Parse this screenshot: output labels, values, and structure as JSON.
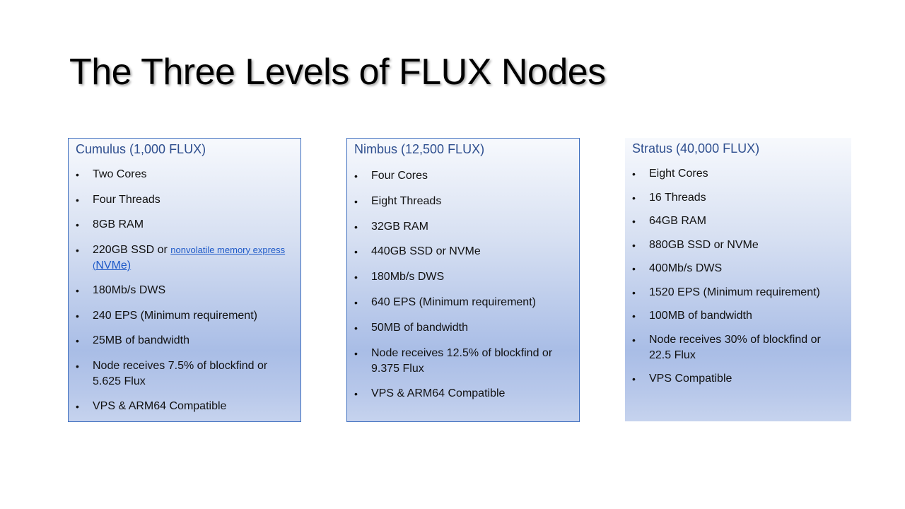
{
  "slide": {
    "title": "The Three Levels of FLUX Nodes"
  },
  "cards": [
    {
      "title": "Cumulus (1,000 FLUX)",
      "items": [
        "Two Cores",
        "Four Threads",
        "8GB RAM",
        "220GB SSD or ",
        "180Mb/s DWS",
        "240 EPS (Minimum requirement)",
        "25MB of bandwidth",
        "Node receives 7.5% of blockfind or 5.625 Flux",
        "VPS & ARM64 Compatible"
      ],
      "link_text": "nonvolatile memory express",
      "link_paren": "(",
      "link_nvme": "NVMe)"
    },
    {
      "title": "Nimbus (12,500 FLUX)",
      "items": [
        "Four Cores",
        "Eight Threads",
        "32GB RAM",
        "440GB SSD or NVMe",
        "180Mb/s DWS",
        "640 EPS (Minimum requirement)",
        "50MB of bandwidth",
        "Node receives 12.5% of blockfind or 9.375 Flux",
        "VPS & ARM64 Compatible"
      ]
    },
    {
      "title": "Stratus (40,000 FLUX)",
      "items": [
        "Eight Cores",
        "16 Threads",
        "64GB RAM",
        "880GB SSD or NVMe",
        "400Mb/s DWS",
        "1520 EPS (Minimum requirement)",
        "100MB of bandwidth",
        "Node receives 30% of blockfind or 22.5 Flux",
        "VPS Compatible"
      ]
    }
  ],
  "colors": {
    "card_title": "#2f4f8f",
    "card_border": "#3f6fbf",
    "link": "#1f5ac8"
  }
}
